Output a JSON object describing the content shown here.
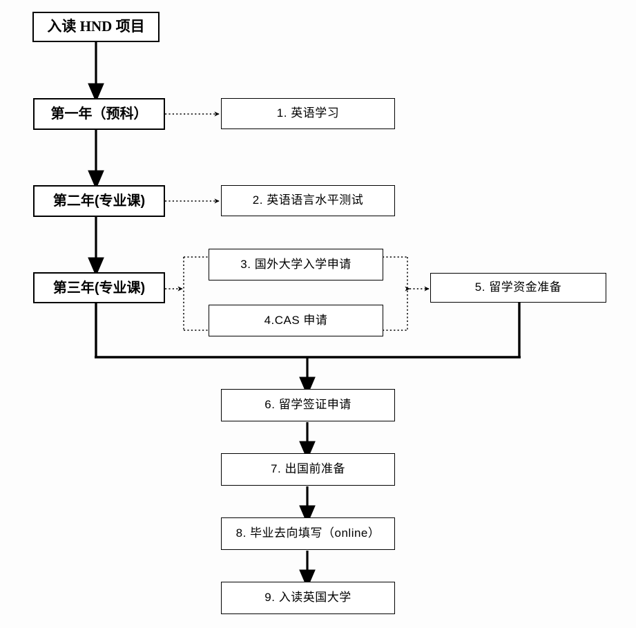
{
  "diagram": {
    "title_node": {
      "id": "start",
      "label": "入读 HND 项目"
    },
    "stage_nodes": [
      {
        "id": "year1",
        "label": "第一年（预科）"
      },
      {
        "id": "year2",
        "label": "第二年(专业课)"
      },
      {
        "id": "year3",
        "label": "第三年(专业课)"
      }
    ],
    "step_nodes": [
      {
        "id": "step1",
        "number": "1.",
        "label": "1. 英语学习"
      },
      {
        "id": "step2",
        "number": "2.",
        "label": "2. 英语语言水平测试"
      },
      {
        "id": "step3",
        "number": "3.",
        "label": "3. 国外大学入学申请"
      },
      {
        "id": "step4",
        "number": "4.",
        "label": "4.CAS 申请"
      },
      {
        "id": "step5",
        "number": "5.",
        "label": "5. 留学资金准备"
      },
      {
        "id": "step6",
        "number": "6.",
        "label": "6. 留学签证申请"
      },
      {
        "id": "step7",
        "number": "7.",
        "label": "7. 出国前准备"
      },
      {
        "id": "step8",
        "number": "8.",
        "label": "8. 毕业去向填写（online）"
      },
      {
        "id": "step9",
        "number": "9.",
        "label": "9. 入读英国大学"
      }
    ],
    "colors": {
      "stroke": "#000000",
      "fill": "#ffffff",
      "background": "#fdfdfd"
    },
    "connector_styles": {
      "solid_flow": "solid-arrow",
      "bidirectional": "dotted-double-arrow",
      "group_bracket": "dotted-bracket"
    }
  }
}
